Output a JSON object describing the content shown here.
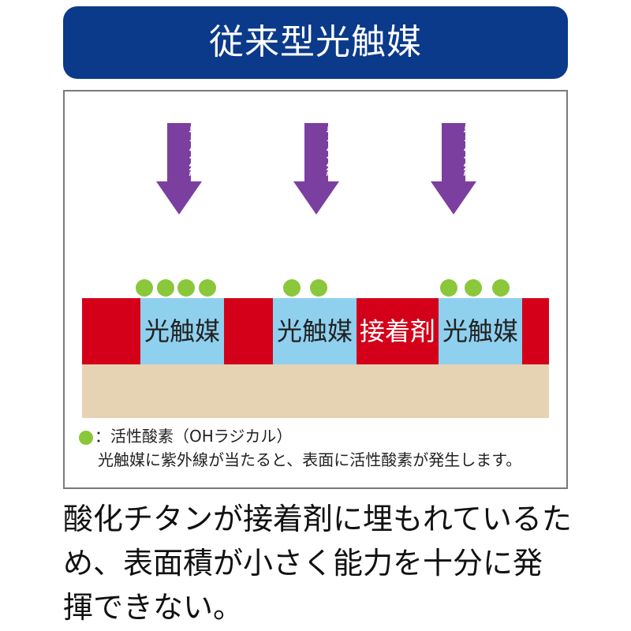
{
  "title": "従来型光触媒",
  "colors": {
    "title_bg": "#0b3a8a",
    "arrow": "#7b3fa0",
    "adhesive": "#d4001a",
    "photocatalyst": "#8fd0ef",
    "substrate": "#e5d3b4",
    "active_oxygen": "#8ac73b"
  },
  "arrows": [
    {
      "label": "紫外線"
    },
    {
      "label": "紫外線"
    },
    {
      "label": "紫外線"
    }
  ],
  "layers": {
    "segments": [
      {
        "type": "adhesive",
        "label": ""
      },
      {
        "type": "photocatalyst",
        "label": "光触媒"
      },
      {
        "type": "adhesive",
        "label": ""
      },
      {
        "type": "photocatalyst",
        "label": "光触媒"
      },
      {
        "type": "adhesive",
        "label": "接着剤"
      },
      {
        "type": "photocatalyst",
        "label": "光触媒"
      },
      {
        "type": "adhesive",
        "label": ""
      }
    ]
  },
  "legend": {
    "line1": "：活性酸素（OHラジカル）",
    "line2": "光触媒に紫外線が当たると、表面に活性酸素が発生します。"
  },
  "description": "酸化チタンが接着剤に埋もれているため、表面積が小さく能力を十分に発揮できない。"
}
